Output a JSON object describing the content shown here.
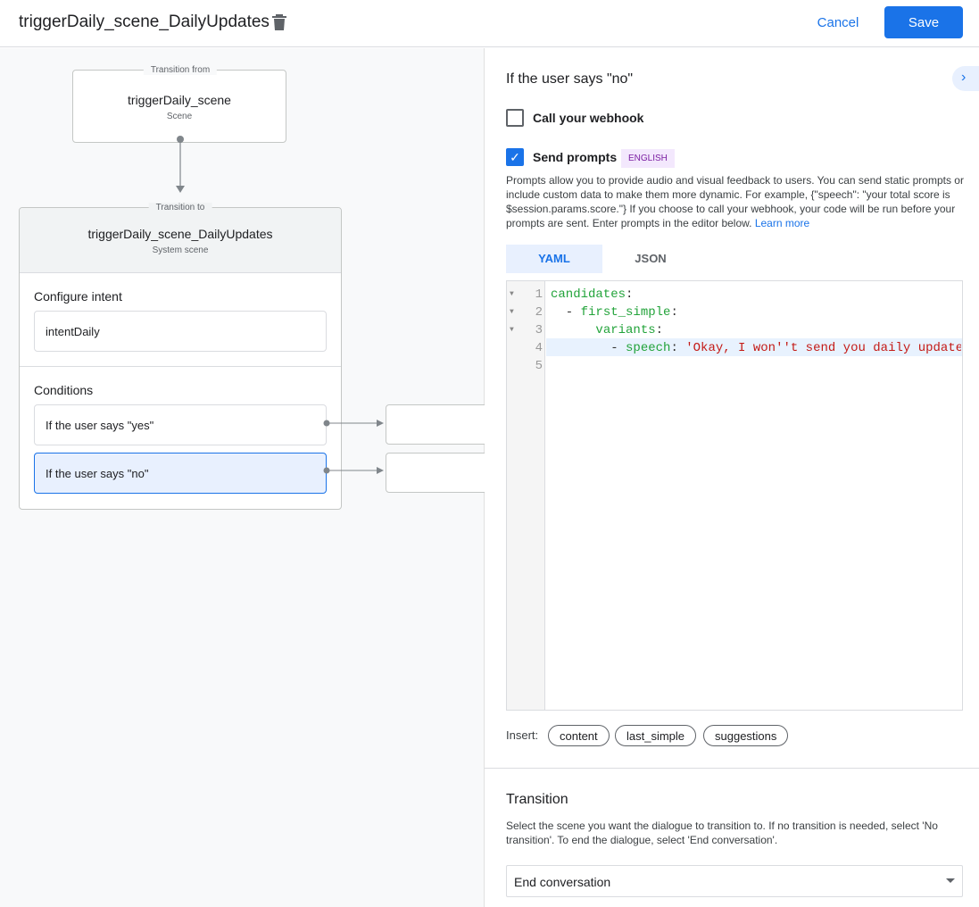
{
  "header": {
    "title": "triggerDaily_scene_DailyUpdates",
    "cancel_label": "Cancel",
    "save_label": "Save"
  },
  "graph": {
    "from": {
      "legend": "Transition from",
      "name": "triggerDaily_scene",
      "type": "Scene"
    },
    "to": {
      "legend": "Transition to",
      "name": "triggerDaily_scene_DailyUpdates",
      "type": "System scene"
    },
    "intent_heading": "Configure intent",
    "intent": "intentDaily",
    "conditions_heading": "Conditions",
    "conditions": [
      "If the user says \"yes\"",
      "If the user says \"no\""
    ]
  },
  "panel": {
    "heading": "If the user says \"no\"",
    "webhook": {
      "label": "Call your webhook",
      "checked": false
    },
    "prompts": {
      "label": "Send prompts",
      "checked": true,
      "badge": "ENGLISH",
      "description": "Prompts allow you to provide audio and visual feedback to users. You can send static prompts or include custom data to make them more dynamic. For example, {\"speech\": \"your total score is $session.params.score.\"} If you choose to call your webhook, your code will be run before your prompts are sent. Enter prompts in the editor below.",
      "learn_more": "Learn more"
    },
    "tabs": [
      "YAML",
      "JSON"
    ],
    "active_tab": "YAML",
    "editor": {
      "line_numbers": [
        "1",
        "2",
        "3",
        "4",
        "5"
      ],
      "lines": [
        [
          {
            "t": "candidates",
            "c": "key"
          },
          {
            "t": ":",
            "c": "p"
          }
        ],
        [
          {
            "t": "  - ",
            "c": "p"
          },
          {
            "t": "first_simple",
            "c": "key"
          },
          {
            "t": ":",
            "c": "p"
          }
        ],
        [
          {
            "t": "      ",
            "c": "p"
          },
          {
            "t": "variants",
            "c": "key"
          },
          {
            "t": ":",
            "c": "p"
          }
        ],
        [
          {
            "t": "        - ",
            "c": "p"
          },
          {
            "t": "speech",
            "c": "key"
          },
          {
            "t": ": ",
            "c": "p"
          },
          {
            "t": "'Okay, I won''t send you daily update",
            "c": "str"
          }
        ],
        []
      ]
    },
    "insert_label": "Insert:",
    "insert_chips": [
      "content",
      "last_simple",
      "suggestions"
    ],
    "transition": {
      "heading": "Transition",
      "description": "Select the scene you want the dialogue to transition to. If no transition is needed, select 'No transition'. To end the dialogue, select 'End conversation'.",
      "selected": "End conversation"
    }
  },
  "colors": {
    "accent": "#1a73e8",
    "key": "#22a33a",
    "string": "#c41a16",
    "badge_bg": "#f3e8fd",
    "badge_text": "#7b1fa2",
    "selected_bg": "#e8f0fe"
  }
}
